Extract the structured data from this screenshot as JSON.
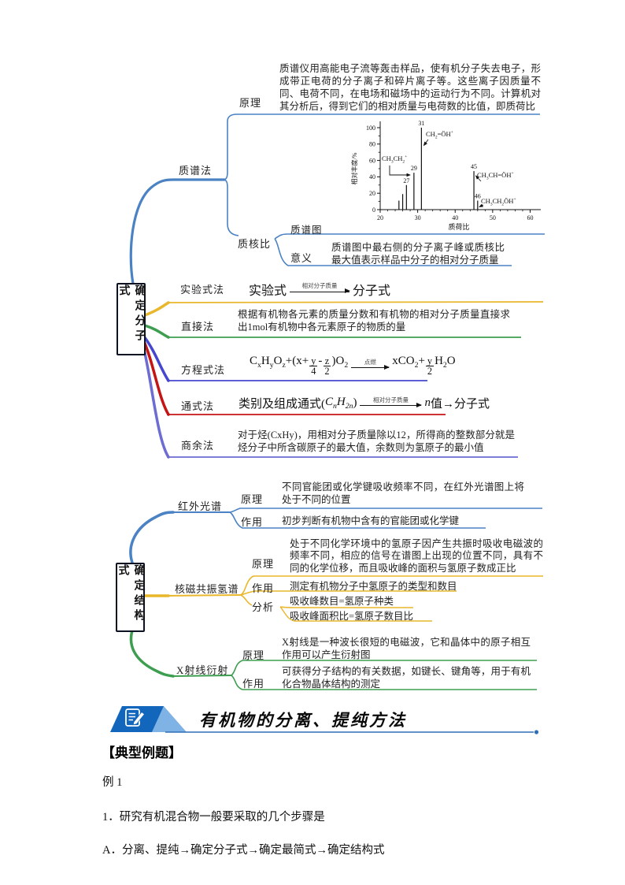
{
  "map1": {
    "root": "确定分子式",
    "ms": {
      "label": "质谱法",
      "principle_label": "原理",
      "principle_text": "质谱仪用高能电子流等轰击样品，使有机分子失去电子，形成带正电荷的分子离子和碎片离子等。这些离子因质量不同、电荷不同，在电场和磁场中的运动行为不同。计算机对其分析后，得到它们的相对质量与电荷数的比值，即质荷比",
      "spectrum_caption": "质谱图",
      "ratio_label": "质核比",
      "meaning_label": "意义",
      "meaning_text": "质谱图中最右侧的分子离子峰或质核比最大值表示样品中分子的相对分子质量"
    },
    "empirical": {
      "label": "实验式法",
      "from": "实验式",
      "arrow_label": "相对分子质量",
      "to": "分子式"
    },
    "direct": {
      "label": "直接法",
      "text": "根据有机物各元素的质量分数和有机物的相对分子质量直接求出1mol有机物中各元素原子的物质的量"
    },
    "equation": {
      "label": "方程式法",
      "lhs": "C~x~H~y~O~z~+(x+{y/4}-{z/2})O~2~",
      "arrow_label": "点燃",
      "rhs": "xCO~2~+{y/2}H~2~O"
    },
    "general": {
      "label": "通式法",
      "pre": "类别及组成通式(",
      "formula": "C~n~H~2n~",
      "mid": ")",
      "arrow_label": "相对分子质量",
      "n": "n",
      "post": "值→分子式"
    },
    "remainder": {
      "label": "商余法",
      "text": "对于烃(CxHy)，用相对分子质量除以12，所得商的整数部分就是烃分子中所含碳原子的最大值，余数则为氢原子的最小值"
    }
  },
  "chart_data": {
    "type": "bar",
    "title": "",
    "xlabel": "质荷比",
    "ylabel": "相对丰度/%",
    "xlim": [
      20,
      62
    ],
    "ylim": [
      0,
      100
    ],
    "xticks": [
      20,
      30,
      40,
      50,
      60
    ],
    "yticks": [
      0,
      20,
      40,
      60,
      80,
      100
    ],
    "peaks": [
      {
        "mz": 25,
        "intensity": 11
      },
      {
        "mz": 26,
        "intensity": 19
      },
      {
        "mz": 27,
        "intensity": 30,
        "num": "27"
      },
      {
        "mz": 29,
        "intensity": 45,
        "num": "29",
        "formula": "CH~3~CH~2~^+^"
      },
      {
        "mz": 31,
        "intensity": 100,
        "num": "31",
        "formula": "CH~2~=ÖH^+^"
      },
      {
        "mz": 45,
        "intensity": 47,
        "num": "45",
        "formula": "CH~3~CH=ÖH^+^"
      },
      {
        "mz": 46,
        "intensity": 11,
        "num": "46",
        "formula": "CH~3~CH~2~ÖH^+^"
      }
    ]
  },
  "map2": {
    "root": "确定结构式",
    "ir": {
      "label": "红外光谱",
      "principle_label": "原理",
      "principle_text": "不同官能团或化学键吸收频率不同，在红外光谱图上将处于不同的位置",
      "use_label": "作用",
      "use_text": "初步判断有机物中含有的官能团或化学键"
    },
    "nmr": {
      "label": "核磁共振氢谱",
      "principle_label": "原理",
      "principle_text": "处于不同化学环境中的氢原子因产生共振时吸收电磁波的频率不同，相应的信号在谱图上出现的位置不同，具有不同的化学位移，而且吸收峰的面积与氢原子数成正比",
      "use_label": "作用",
      "use_text": "测定有机物分子中氢原子的类型和数目",
      "analysis_label": "分析",
      "analysis_item1": "吸收峰数目=氢原子种类",
      "analysis_item2": "吸收峰面积比=氢原子数目比"
    },
    "xray": {
      "label": "X射线衍射",
      "principle_label": "原理",
      "principle_text": "X射线是一种波长很短的电磁波，它和晶体中的原子相互作用可以产生衍射图",
      "use_label": "作用",
      "use_text": "可获得分子结构的有关数据，如键长、键角等，用于有机化合物晶体结构的测定"
    }
  },
  "section": {
    "title": "有机物的分离、提纯方法"
  },
  "examples": {
    "header": "【典型例题】",
    "example_label": "例 1",
    "question1": "1．研究有机混合物一般要采取的几个步骤是",
    "optionA": "A．分离、提纯→确定分子式→确定最简式→确定结构式"
  },
  "colors": {
    "blue": "#4a82c4",
    "yellow": "#e9b72c",
    "green": "#3d9e50",
    "indigo": "#4646d0",
    "red": "#c41414",
    "slate": "#6c6cd2",
    "header_blue": "#1266bb",
    "header_light": "#7fb2e5"
  }
}
